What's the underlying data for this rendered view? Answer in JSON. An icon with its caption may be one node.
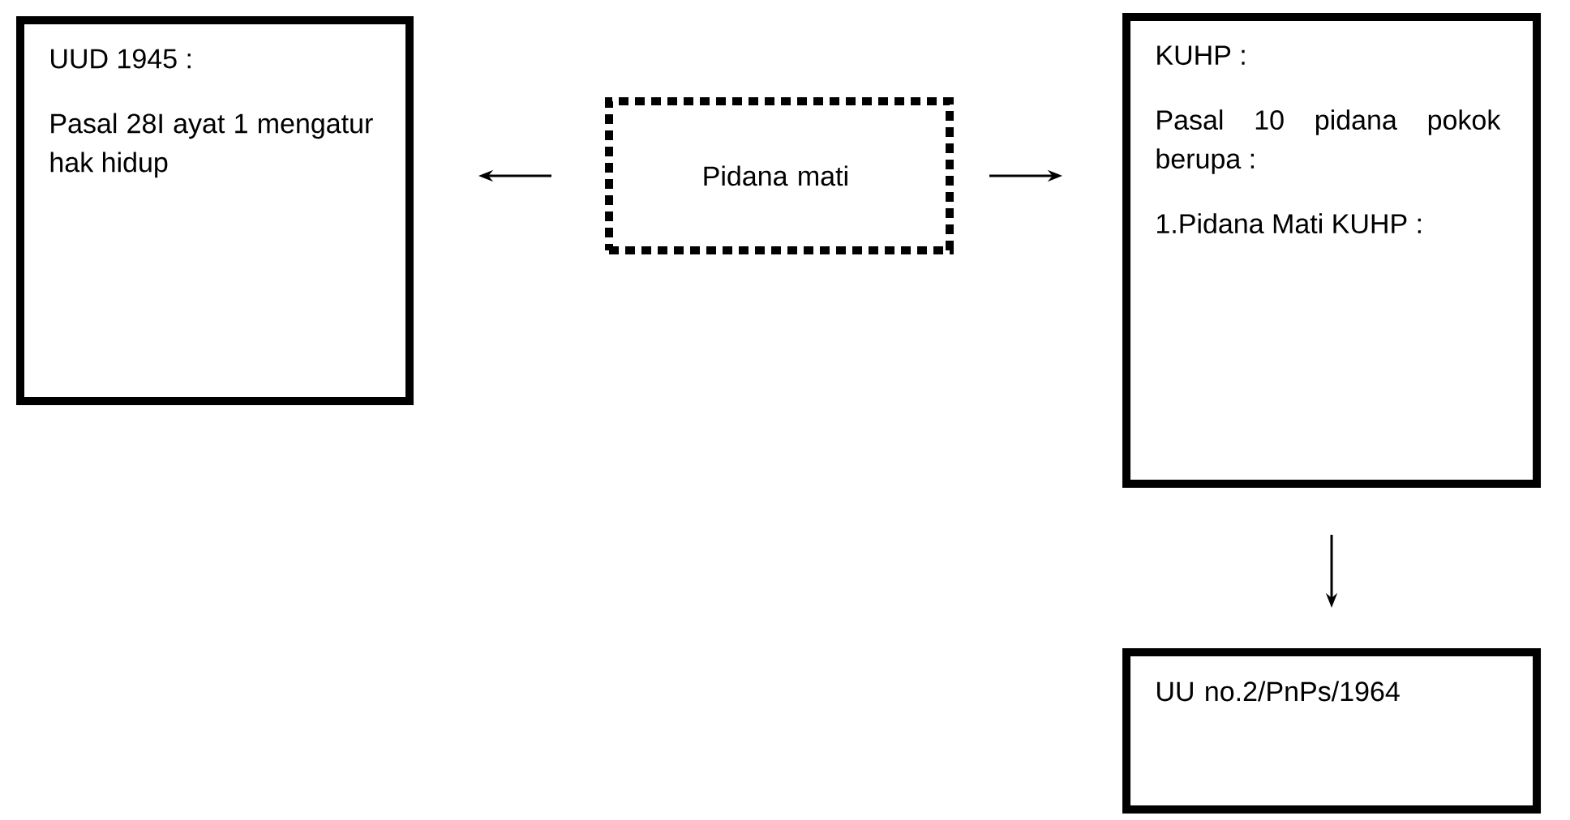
{
  "diagram": {
    "nodes": [
      {
        "text": [
          "UUD 1945 :",
          "Pasal 28I ayat 1 mengatur hak hidup"
        ]
      },
      {
        "text": [
          "Pidana mati"
        ]
      },
      {
        "text": [
          "KUHP :",
          "Pasal 10 pidana pokok berupa :",
          "1.Pidana Mati KUHP :"
        ]
      },
      {
        "text": [
          "UU no.2/PnPs/1964"
        ]
      }
    ],
    "edges": [
      {
        "from": 1,
        "to": 0,
        "arrow": "to"
      },
      {
        "from": 1,
        "to": 2,
        "arrow": "to"
      },
      {
        "from": 2,
        "to": 3,
        "arrow": "to"
      }
    ]
  }
}
